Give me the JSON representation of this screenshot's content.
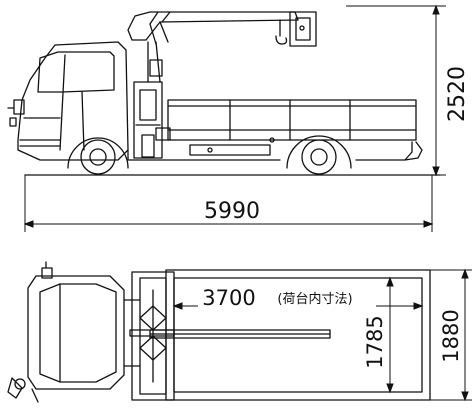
{
  "colors": {
    "ink": "#111111",
    "paper": "#ffffff"
  },
  "dimensions": {
    "side_height": "2520",
    "overall_length": "5990",
    "bed_length": "3700",
    "bed_length_note": "(荷台内寸法)",
    "bed_width_inner": "1785",
    "overall_width": "1880"
  }
}
